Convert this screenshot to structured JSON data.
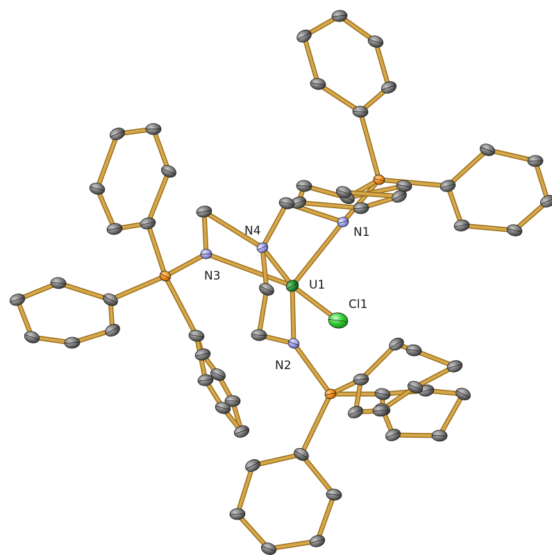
{
  "figure": {
    "labels": {
      "U1": "U1",
      "N1": "N1",
      "N2": "N2",
      "N3": "N3",
      "N4": "N4",
      "Cl1": "Cl1"
    }
  },
  "colors": {
    "bond": "#d7a84a",
    "bond_edge": "#9a6f1e",
    "carbon": "#808080",
    "nitrogen": "#9a9ae6",
    "phosphorus": "#ee8a14",
    "uranium": "#1f8f2f",
    "chlorine": "#33cc33",
    "label": "#1a1a1a"
  }
}
